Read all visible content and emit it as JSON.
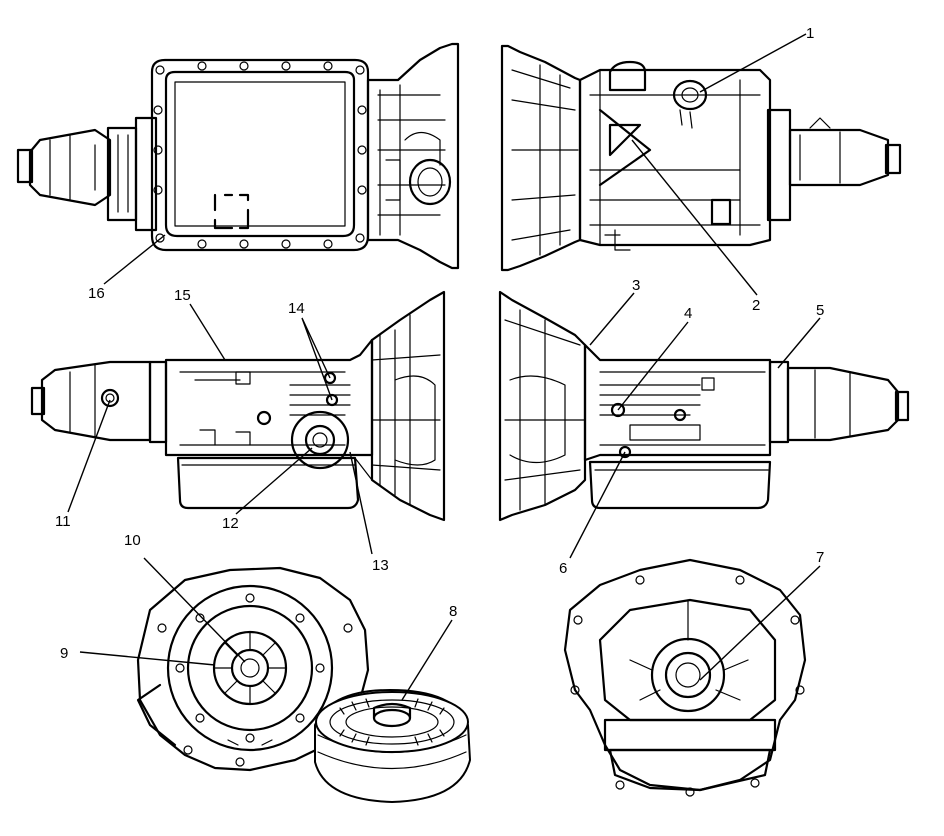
{
  "callouts": [
    {
      "id": "c1",
      "text": "1"
    },
    {
      "id": "c2",
      "text": "2"
    },
    {
      "id": "c3",
      "text": "3"
    },
    {
      "id": "c4",
      "text": "4"
    },
    {
      "id": "c5",
      "text": "5"
    },
    {
      "id": "c6",
      "text": "6"
    },
    {
      "id": "c7",
      "text": "7"
    },
    {
      "id": "c8",
      "text": "8"
    },
    {
      "id": "c9",
      "text": "9"
    },
    {
      "id": "c10",
      "text": "10"
    },
    {
      "id": "c11",
      "text": "11"
    },
    {
      "id": "c12",
      "text": "12"
    },
    {
      "id": "c13",
      "text": "13"
    },
    {
      "id": "c14",
      "text": "14"
    },
    {
      "id": "c15",
      "text": "15"
    },
    {
      "id": "c16",
      "text": "16"
    }
  ]
}
